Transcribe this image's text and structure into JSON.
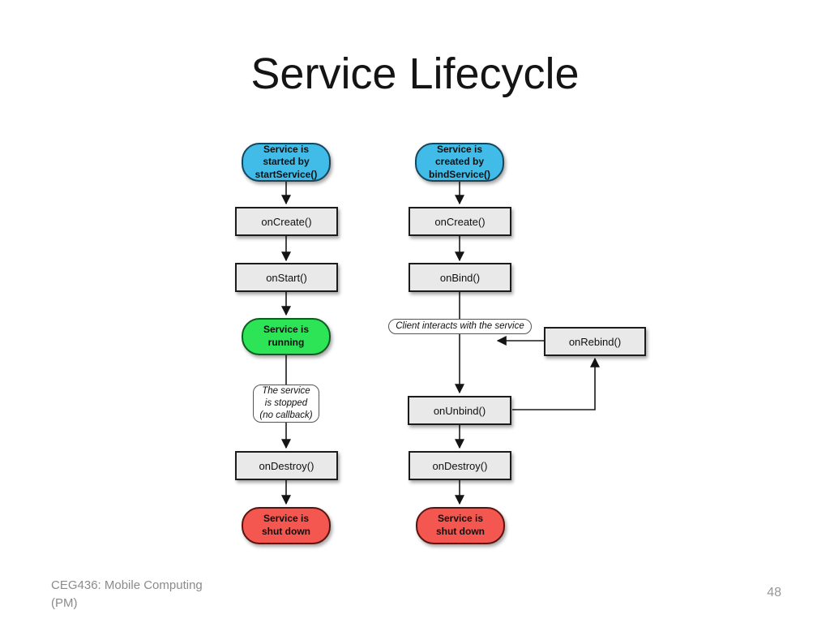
{
  "slide": {
    "title": "Service Lifecycle",
    "footer": "CEG436: Mobile Computing\n(PM)",
    "page_number": "48"
  },
  "colors": {
    "started_blue": "#41bce8",
    "running_green": "#2de356",
    "shutdown_red": "#f3574f",
    "box_fill": "#e9e9e9",
    "line_dark": "#1a1a1a"
  },
  "diagram": {
    "started_column": {
      "entry": "Service is\nstarted by\nstartService()",
      "oncreate": "onCreate()",
      "onstart": "onStart()",
      "running": "Service is\nrunning",
      "stopped_note": "The service\nis stopped\n(no callback)",
      "ondestroy": "onDestroy()",
      "shutdown": "Service is\nshut down"
    },
    "bound_column": {
      "entry": "Service is\ncreated by\nbindService()",
      "oncreate": "onCreate()",
      "onbind": "onBind()",
      "client_note": "Client interacts with the service",
      "onunbind": "onUnbind()",
      "onrebind": "onRebind()",
      "ondestroy": "onDestroy()",
      "shutdown": "Service is\nshut down"
    }
  }
}
